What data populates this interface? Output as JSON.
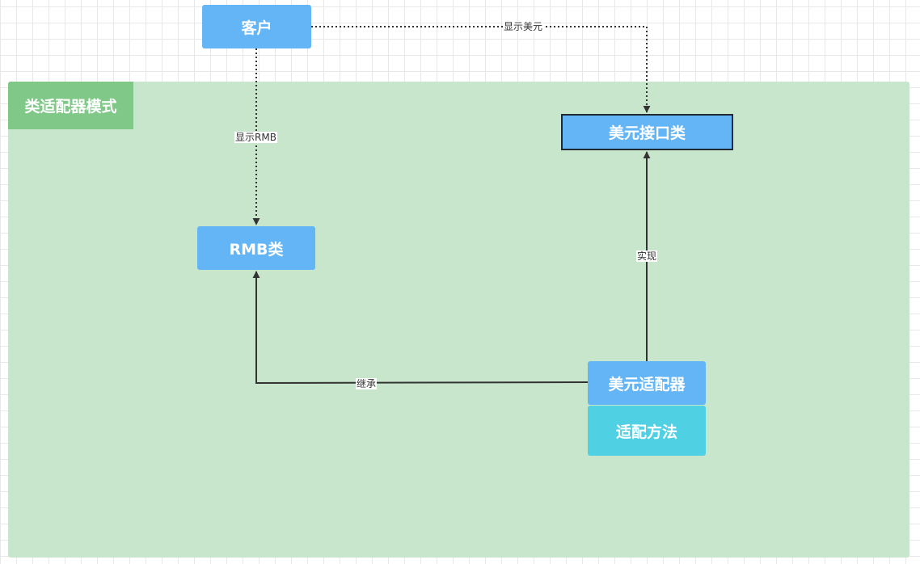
{
  "colors": {
    "group_fill": "#c8e6cb",
    "group_label_fill": "#7fc887",
    "node_blue": "#64b5f6",
    "node_cyan": "#4fd0e3",
    "edge": "#333333",
    "edge_label_bg": "#ffffff"
  },
  "diagram": {
    "group": {
      "label": "类适配器模式"
    },
    "nodes": {
      "client": "客户",
      "dollar_interface": "美元接口类",
      "rmb_class": "RMB类",
      "dollar_adapter": "美元适配器",
      "adapt_method": "适配方法"
    },
    "edges": {
      "client_to_interface": "显示美元",
      "client_to_rmb": "显示RMB",
      "adapter_implements": "实现",
      "adapter_inherits": "继承"
    }
  }
}
